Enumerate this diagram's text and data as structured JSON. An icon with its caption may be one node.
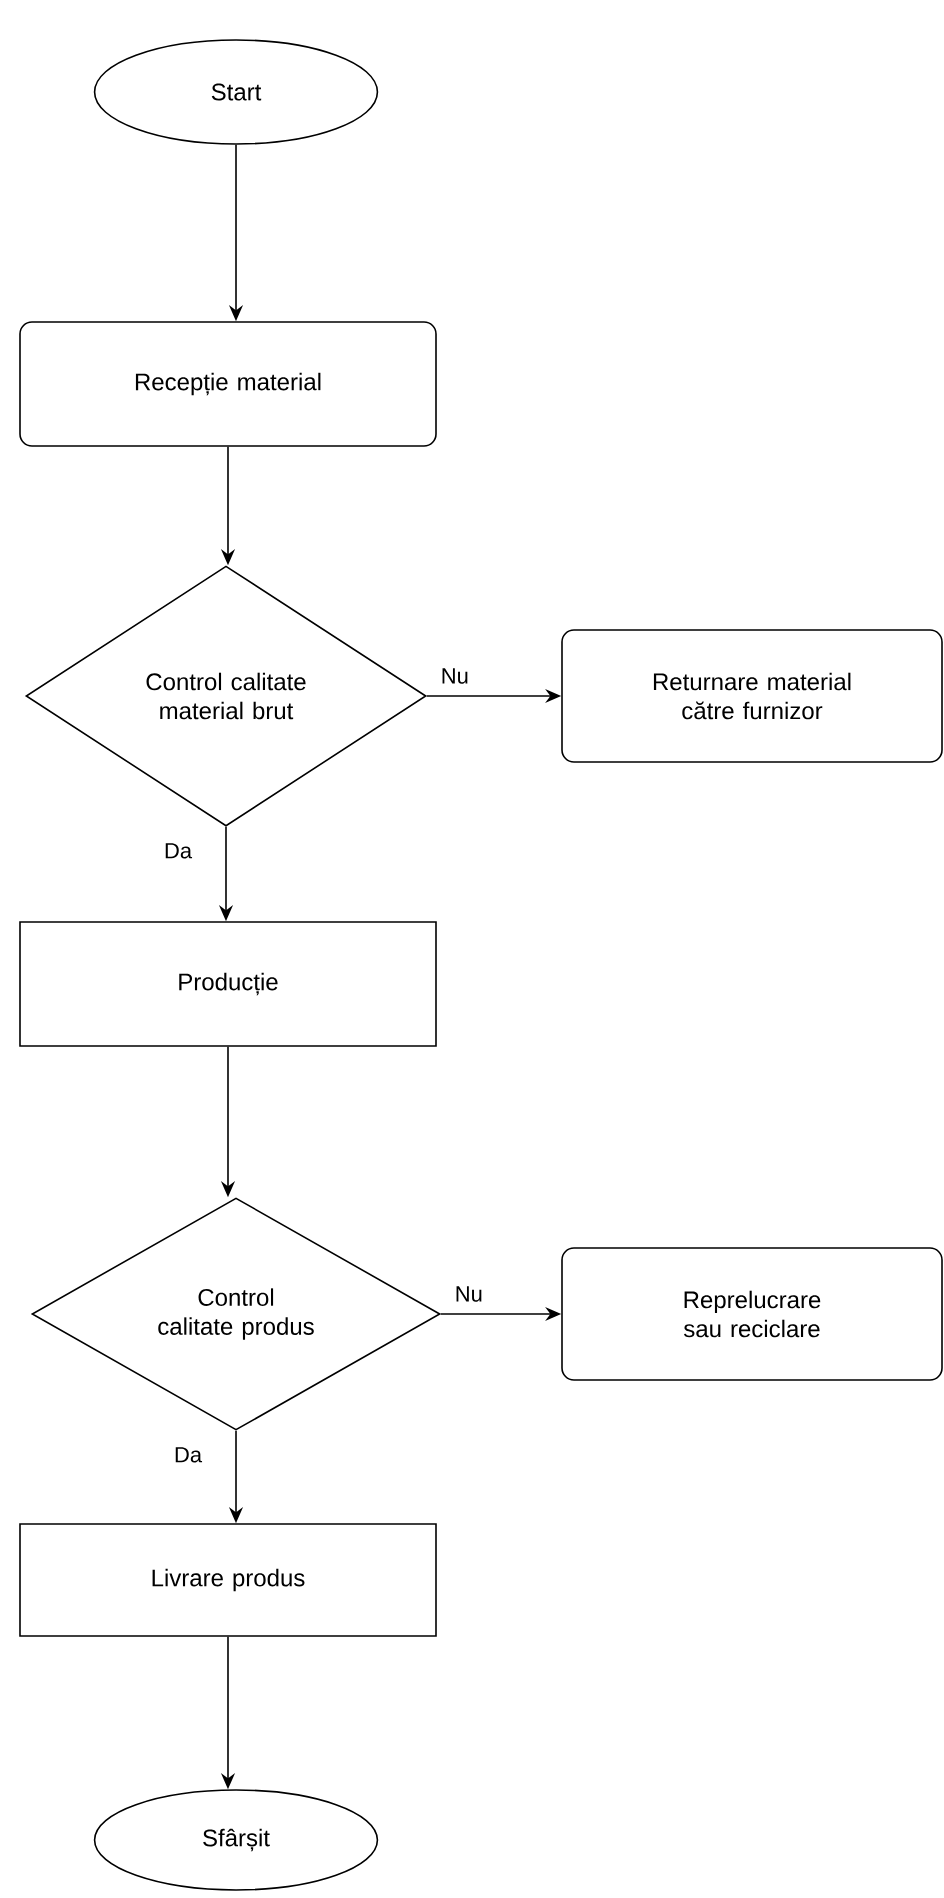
{
  "diagram": {
    "nodes": [
      {
        "text": [
          "Start"
        ]
      },
      {
        "text": [
          "Recepție material"
        ]
      },
      {
        "text": [
          "Control calitate material brut"
        ]
      },
      {
        "text": [
          "Returnare material către furnizor"
        ]
      },
      {
        "text": [
          "Producție"
        ]
      },
      {
        "text": [
          "Control calitate produs"
        ]
      },
      {
        "text": [
          "Reprelucrare sau reciclare"
        ]
      },
      {
        "text": [
          "Livrare produs"
        ]
      },
      {
        "text": [
          "Sfârșit"
        ]
      }
    ],
    "edges": [
      {
        "from": 0,
        "to": 1,
        "arrow": "to"
      },
      {
        "from": 1,
        "to": 2,
        "arrow": "to"
      },
      {
        "from": 2,
        "to": 3,
        "arrow": "to",
        "label": "Nu"
      },
      {
        "from": 2,
        "to": 4,
        "arrow": "to",
        "label": "Da"
      },
      {
        "from": 4,
        "to": 5,
        "arrow": "to"
      },
      {
        "from": 5,
        "to": 6,
        "arrow": "to",
        "label": "Nu"
      },
      {
        "from": 5,
        "to": 7,
        "arrow": "to",
        "label": "Da"
      },
      {
        "from": 7,
        "to": 8,
        "arrow": "to"
      }
    ]
  }
}
